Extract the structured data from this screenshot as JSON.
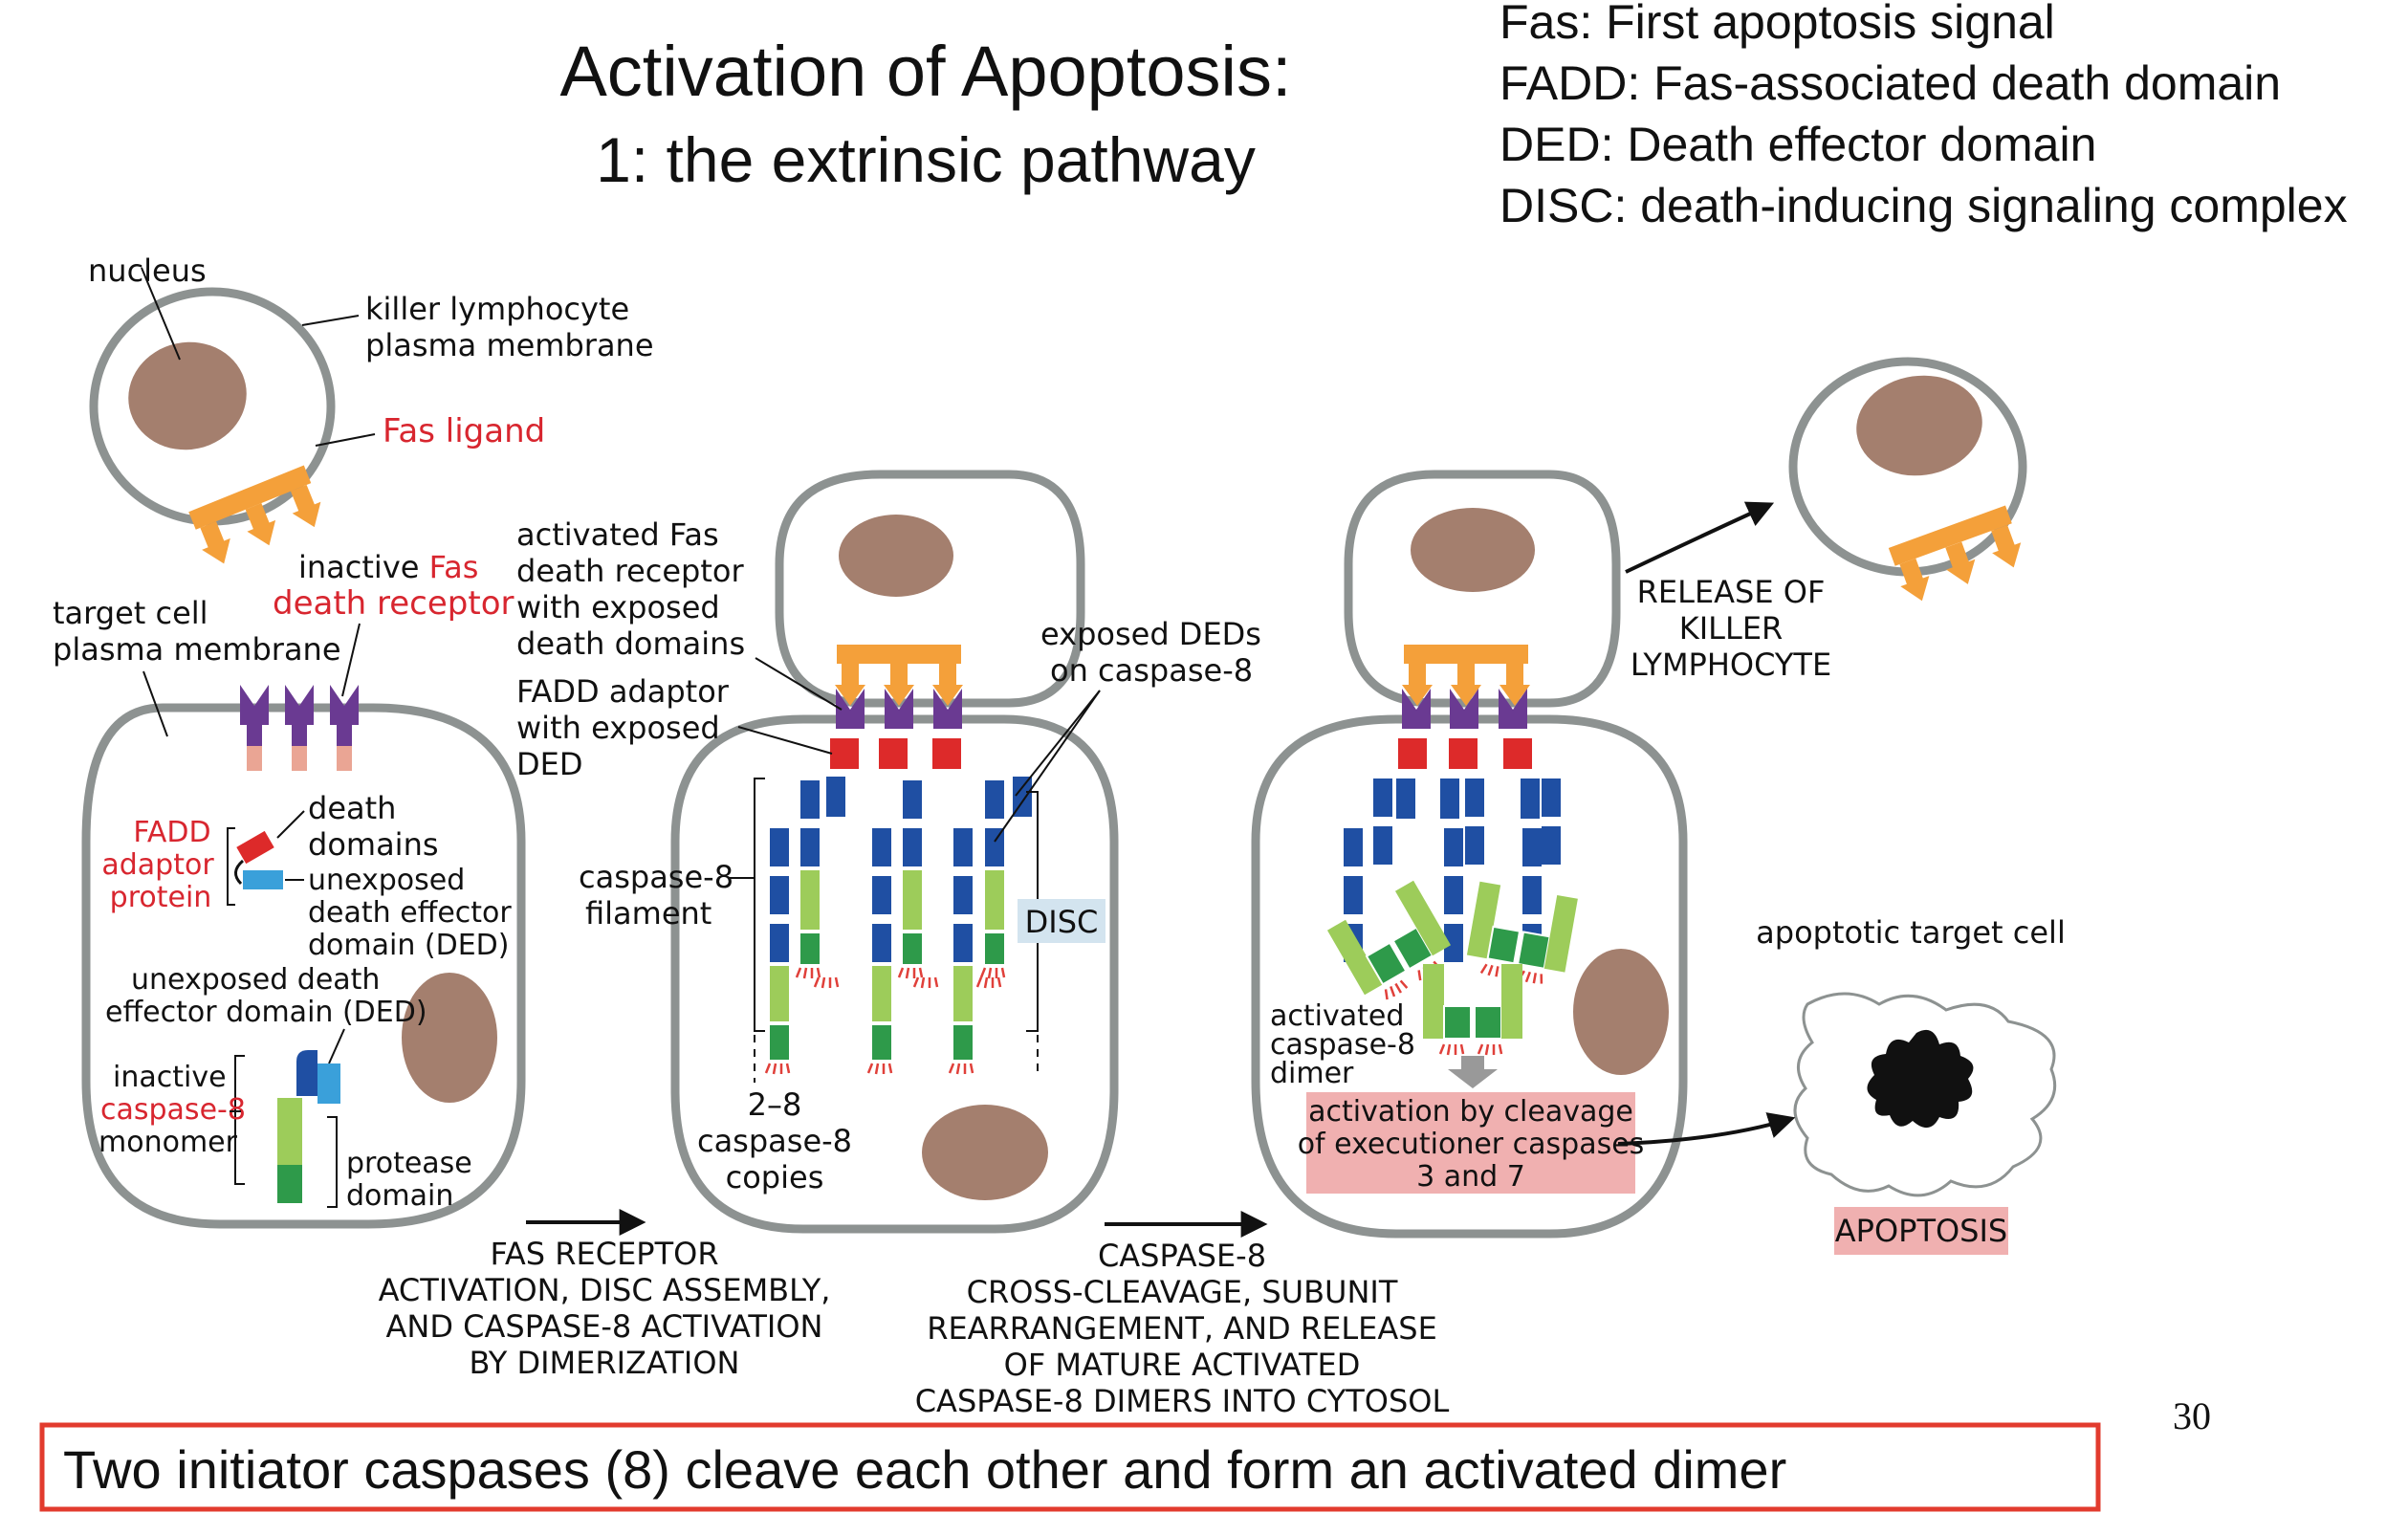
{
  "slide": {
    "title_line1": "Activation of Apoptosis:",
    "title_line2": "1: the extrinsic pathway",
    "page_number": "30",
    "footer_box": "Two initiator caspases (8) cleave each other and form an activated dimer"
  },
  "glossary": [
    "Fas: First apoptosis signal",
    "FADD: Fas-associated death domain",
    "DED: Death effector domain",
    "DISC: death-inducing signaling complex"
  ],
  "panel1": {
    "nucleus": "nucleus",
    "killer_membrane_1": "killer lymphocyte",
    "killer_membrane_2": "plasma membrane",
    "fas_ligand": "Fas ligand",
    "inactive_fas_1a": "inactive ",
    "inactive_fas_1b": "Fas",
    "inactive_fas_2": "death receptor",
    "target_membrane_1": "target cell",
    "target_membrane_2": "plasma membrane",
    "death_domains_1": "death",
    "death_domains_2": "domains",
    "fadd_1": "FADD",
    "fadd_2": "adaptor",
    "fadd_3": "protein",
    "unexposed_ded_1": "unexposed",
    "unexposed_ded_2": "death effector",
    "unexposed_ded_3": "domain (DED)",
    "unexposed_ded_b1": "unexposed death",
    "unexposed_ded_b2": "effector domain (DED)",
    "inactive_casp_1": "inactive",
    "inactive_casp_2": "caspase-8",
    "inactive_casp_3": "monomer",
    "protease_1": "protease",
    "protease_2": "domain"
  },
  "panel2": {
    "activated_fas_1": "activated Fas",
    "activated_fas_2": "death receptor",
    "activated_fas_3": "with exposed",
    "activated_fas_4": "death domains",
    "fadd_adaptor_1": "FADD adaptor",
    "fadd_adaptor_2": "with exposed",
    "fadd_adaptor_3": "DED",
    "exposed_deds_1": "exposed DEDs",
    "exposed_deds_2": "on caspase-8",
    "filament_1": "caspase-8",
    "filament_2": "filament",
    "disc": "DISC",
    "copies_1": "2–8",
    "copies_2": "caspase-8",
    "copies_3": "copies"
  },
  "panel3": {
    "release_1": "RELEASE OF",
    "release_2": "KILLER",
    "release_3": "LYMPHOCYTE",
    "dimer_1": "activated",
    "dimer_2": "caspase-8",
    "dimer_3": "dimer",
    "cleavage_1": "activation by cleavage",
    "cleavage_2": "of executioner caspases",
    "cleavage_3": "3 and 7",
    "apoptotic_cell": "apoptotic target cell",
    "apoptosis": "APOPTOSIS"
  },
  "steps": {
    "step1": [
      "FAS RECEPTOR",
      "ACTIVATION, DISC ASSEMBLY,",
      "AND CASPASE-8 ACTIVATION",
      "BY DIMERIZATION"
    ],
    "step2": [
      "CASPASE-8",
      "CROSS-CLEAVAGE, SUBUNIT",
      "REARRANGEMENT, AND RELEASE",
      "OF MATURE ACTIVATED",
      "CASPASE-8 DIMERS INTO CYTOSOL"
    ]
  },
  "colors": {
    "membrane": "#8d9291",
    "nucleus": "#a47f6e",
    "fas_ligand": "#f4a03a",
    "receptor": "#6a3a92",
    "receptor_stub": "#eaa594",
    "fadd_red": "#dd2a2a",
    "ded_blue": "#1f4fa3",
    "ded_light": "#3aa0da",
    "casp_light_green": "#9dcc5a",
    "casp_dark_green": "#2e9a4a",
    "label_red": "#d8262f",
    "highlight_pink": "#f0b0b0",
    "disc_box": "#d3e4ef",
    "footer_border": "#e23b2e"
  }
}
